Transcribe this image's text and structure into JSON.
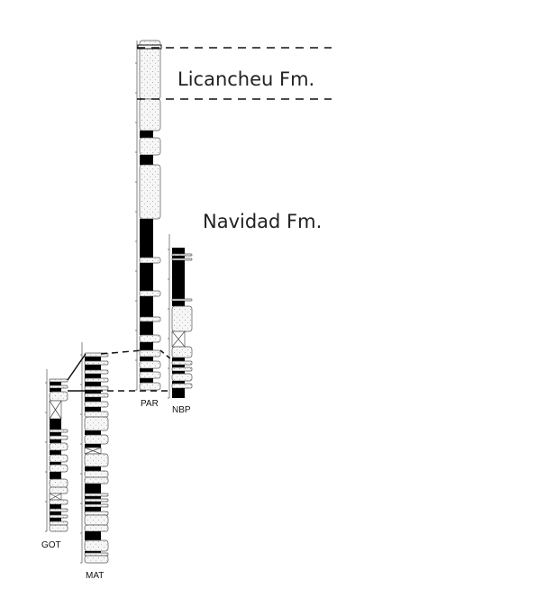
{
  "formations": {
    "upper": "Licancheu Fm.",
    "lower": "Navidad Fm."
  },
  "columns": {
    "par": "PAR",
    "nbp": "NBP",
    "got": "GOT",
    "mat": "MAT"
  },
  "colors": {
    "mudstone": "#000000",
    "sandstone": "#f4f4f4",
    "outline": "#555555",
    "correlation": "#111111"
  },
  "lithologies": [
    "sandstone",
    "mudstone",
    "covered"
  ]
}
